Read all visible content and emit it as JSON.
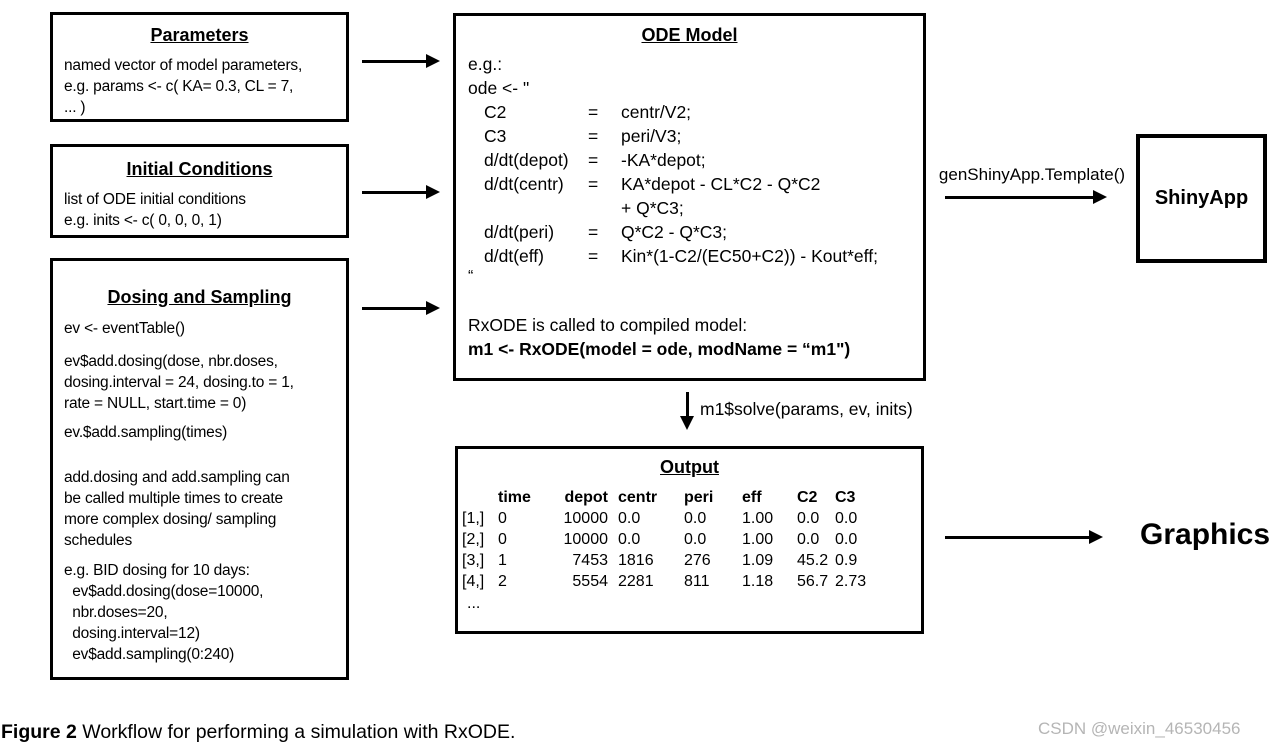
{
  "diagram": {
    "parameters": {
      "title": "Parameters",
      "body": "named vector of model parameters,\ne.g. params <- c( KA= 0.3, CL = 7,\n... )"
    },
    "initial_conditions": {
      "title": "Initial Conditions",
      "body": "list of ODE initial conditions\ne.g. inits <- c( 0, 0, 0, 1)"
    },
    "dosing_sampling": {
      "title": "Dosing and Sampling",
      "paragraphs": [
        "ev <- eventTable()",
        "ev$add.dosing(dose, nbr.doses,\ndosing.interval = 24, dosing.to = 1,\nrate = NULL, start.time = 0)",
        "ev.$add.sampling(times)",
        "add.dosing and add.sampling can\nbe called multiple times to create\nmore complex dosing/ sampling\nschedules",
        "e.g. BID dosing for 10 days:\n  ev$add.dosing(dose=10000,\n  nbr.doses=20,\n  dosing.interval=12)\n  ev$add.sampling(0:240)"
      ]
    },
    "ode_model": {
      "title": "ODE Model",
      "intro": "e.g.:\node <- \"",
      "equations": [
        {
          "lhs": "C2",
          "eq": "=",
          "rhs": "centr/V2;"
        },
        {
          "lhs": "C3",
          "eq": "=",
          "rhs": "peri/V3;"
        },
        {
          "lhs": "d/dt(depot)",
          "eq": "=",
          "rhs": "-KA*depot;"
        },
        {
          "lhs": "d/dt(centr)",
          "eq": "=",
          "rhs": "KA*depot - CL*C2 - Q*C2"
        },
        {
          "lhs": "",
          "eq": "",
          "rhs": "+ Q*C3;"
        },
        {
          "lhs": "d/dt(peri)",
          "eq": "=",
          "rhs": "Q*C2 - Q*C3;"
        },
        {
          "lhs": "d/dt(eff)",
          "eq": "=",
          "rhs": "Kin*(1-C2/(EC50+C2)) - Kout*eff;"
        }
      ],
      "closing_quote": "“",
      "compile_note": "RxODE is called to compiled model:",
      "compile_code": "m1 <- RxODE(model = ode, modName = “m1\")"
    },
    "output": {
      "title": "Output",
      "headers": [
        "time",
        "depot",
        "centr",
        "peri",
        "eff",
        "C2",
        "C3"
      ],
      "rows": [
        {
          "label": "[1,]",
          "v": [
            "0",
            "10000",
            "0.0",
            "0.0",
            "1.00",
            "0.0",
            "0.0"
          ]
        },
        {
          "label": "[2,]",
          "v": [
            "0",
            "10000",
            "0.0",
            "0.0",
            "1.00",
            "0.0",
            "0.0"
          ]
        },
        {
          "label": "[3,]",
          "v": [
            "1",
            "7453",
            "1816",
            "276",
            "1.09",
            "45.2",
            "0.9"
          ]
        },
        {
          "label": "[4,]",
          "v": [
            "2",
            "5554",
            "2281",
            "811",
            "1.18",
            "56.7",
            "2.73"
          ]
        }
      ],
      "ellipsis": "..."
    },
    "shiny_app": {
      "label": "ShinyApp"
    },
    "labels": {
      "gen_shiny": "genShinyApp.Template()",
      "solve": "m1$solve(params, ev, inits)",
      "graphics": "Graphics"
    },
    "caption": {
      "prefix": "Figure 2",
      "rest": " Workflow for performing a simulation with RxODE."
    },
    "watermark": "CSDN @weixin_46530456"
  }
}
